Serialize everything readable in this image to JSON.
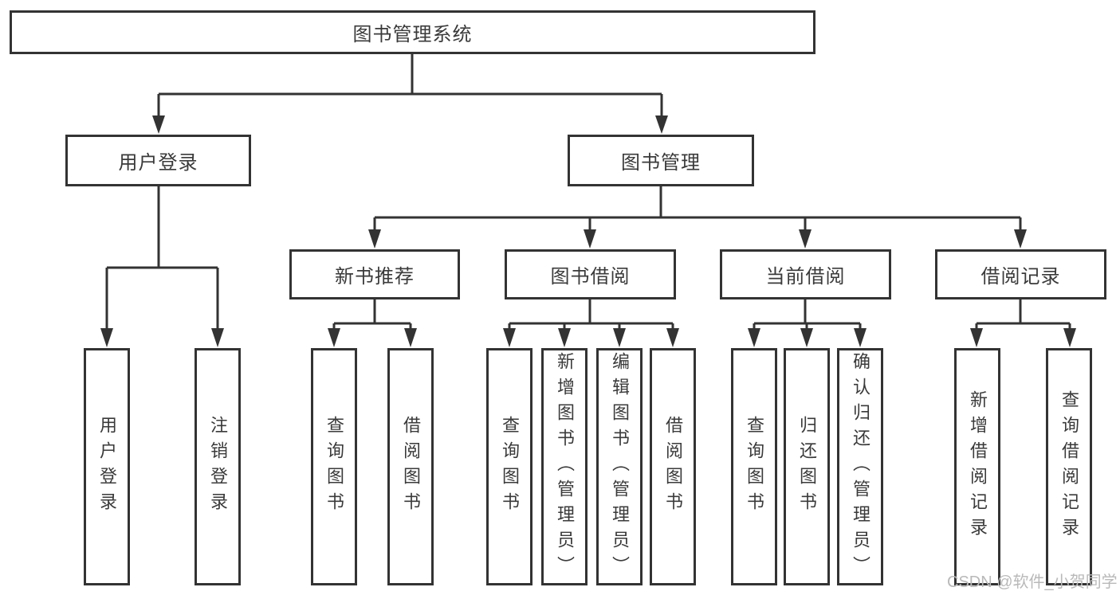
{
  "diagram": {
    "root": {
      "label": "图书管理系统"
    },
    "level2": {
      "login": {
        "label": "用户登录"
      },
      "management": {
        "label": "图书管理"
      }
    },
    "level3": {
      "recommend": {
        "label": "新书推荐"
      },
      "borrow": {
        "label": "图书借阅"
      },
      "current": {
        "label": "当前借阅"
      },
      "records": {
        "label": "借阅记录"
      }
    },
    "leaves": {
      "login_user": {
        "label": "用户登录"
      },
      "login_logout": {
        "label": "注销登录"
      },
      "rec_query": {
        "label": "查询图书"
      },
      "rec_borrow": {
        "label": "借阅图书"
      },
      "bor_query": {
        "label": "查询图书"
      },
      "bor_add": {
        "label": "新增图书（管理员）"
      },
      "bor_edit": {
        "label": "编辑图书（管理员）"
      },
      "bor_borrow": {
        "label": "借阅图书"
      },
      "cur_query": {
        "label": "查询图书"
      },
      "cur_return": {
        "label": "归还图书"
      },
      "cur_confirm": {
        "label": "确认归还（管理员）"
      },
      "recd_add": {
        "label": "新增借阅记录"
      },
      "recd_query": {
        "label": "查询借阅记录"
      }
    },
    "watermark": "CSDN @软件_小贺同学",
    "colors": {
      "line": "#333333",
      "text": "#3a3a3a",
      "watermark": "#b9b9b9",
      "background": "#ffffff"
    }
  }
}
